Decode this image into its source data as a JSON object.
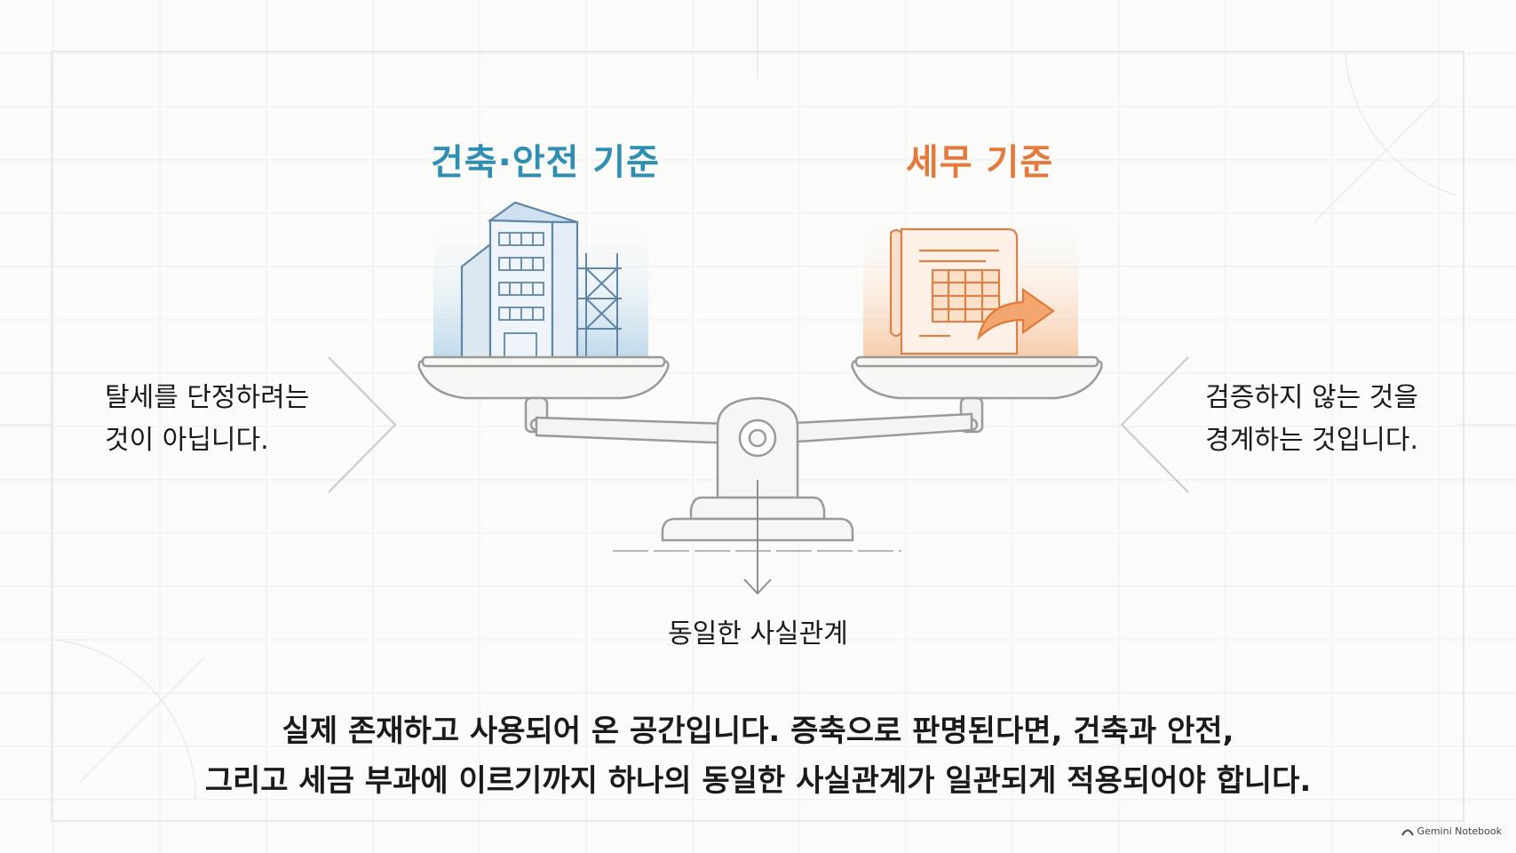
{
  "headings": {
    "left": "건축·안전 기준",
    "right": "세무 기준"
  },
  "notes": {
    "left": [
      "탈세를 단정하려는",
      "것이 아닙니다."
    ],
    "right": [
      "검증하지 않는 것을",
      "경계하는 것입니다."
    ]
  },
  "center_caption": "동일한 사실관계",
  "summary": [
    "실제 존재하고 사용되어 온 공간입니다. 증축으로 판명된다면, 건축과 안전,",
    "그리고 세금 부과에 이르기까지 하나의 동일한 사실관계가 일관되게 적용되어야 합니다."
  ],
  "watermark": "Gemini Notebook",
  "colors": {
    "blue_accent": "#2f8fb3",
    "orange_accent": "#e37a3b",
    "line": "#b8b8b8",
    "grid": "#ececea"
  },
  "icons": {
    "left_pan": "building-scaffold-icon",
    "right_pan": "document-table-arrow-icon",
    "base": "balance-scale-icon"
  }
}
